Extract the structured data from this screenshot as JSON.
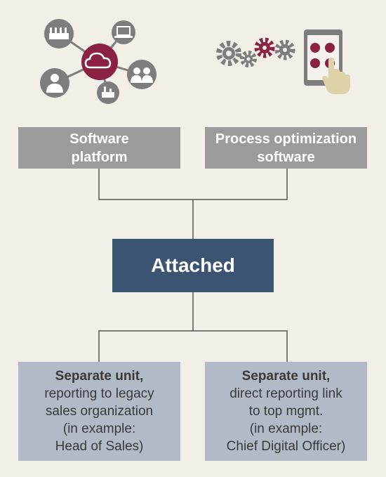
{
  "top_left_box": {
    "line1": "Software",
    "line2": "platform"
  },
  "top_right_box": {
    "line1": "Process optimization",
    "line2": "software"
  },
  "center_box": {
    "label": "Attached"
  },
  "bottom_left_box": {
    "lead": "Separate unit,",
    "line2": "reporting to legacy",
    "line3": "sales organization",
    "line4": "(in example:",
    "line5": "Head of Sales)"
  },
  "bottom_right_box": {
    "lead": "Separate unit,",
    "line2": "direct reporting link",
    "line3": "to top mgmt.",
    "line4": "(in example:",
    "line5": "Chief Digital Officer)"
  },
  "colors": {
    "background": "#f2efe8",
    "gray_box": "#9b9b9c",
    "navy_box": "#3b5471",
    "blue_box": "#b1bac6",
    "accent_maroon": "#8b2242",
    "icon_gray": "#7d7d7d"
  },
  "icons": {
    "left_illustration": [
      "cloud-hub-icon",
      "factory-icon",
      "laptop-icon",
      "person-icon",
      "group-icon",
      "plant-icon"
    ],
    "right_illustration": [
      "gears-icon",
      "tablet-icon",
      "hand-pointer-icon"
    ]
  }
}
